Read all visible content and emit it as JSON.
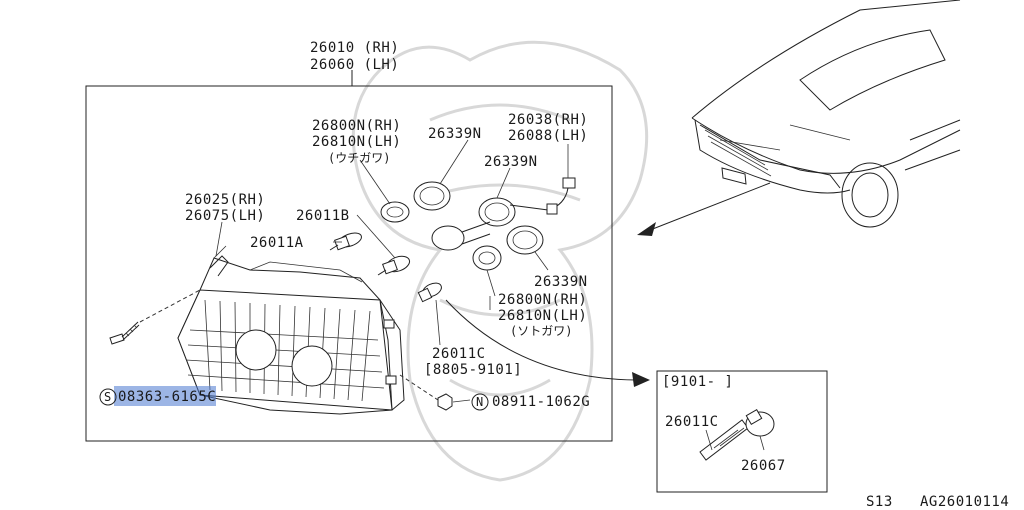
{
  "assembly": {
    "main_rh": "26010 (RH)",
    "main_lh": "26060 (LH)"
  },
  "labels": {
    "socket_inner_rh": "26800N(RH)",
    "socket_inner_lh": "26810N(LH)",
    "socket_inner_note": "(ウチガワ)",
    "ring_a": "26339N",
    "harness_rh": "26038(RH)",
    "harness_lh": "26088(LH)",
    "ring_b": "26339N",
    "housing_rh": "26025(RH)",
    "housing_lh": "26075(LH)",
    "bulb_b": "26011B",
    "bulb_a": "26011A",
    "ring_c": "26339N",
    "socket_outer_rh": "26800N(RH)",
    "socket_outer_lh": "26810N(LH)",
    "socket_outer_note": "(ソトガワ)",
    "bulb_c": "26011C",
    "bulb_c_range": "[8805-9101]",
    "screw_prefix": "S",
    "screw_part": "08363-6165C",
    "nut_prefix": "N",
    "nut_part": "08911-1062G"
  },
  "inset": {
    "range": "[9101-    ]",
    "bulb": "26011C",
    "socket": "26067"
  },
  "footer": {
    "section": "S13",
    "figure_id": "AG26010114"
  },
  "colors": {
    "selection_highlight": "#4a78d0",
    "line": "#222222"
  }
}
